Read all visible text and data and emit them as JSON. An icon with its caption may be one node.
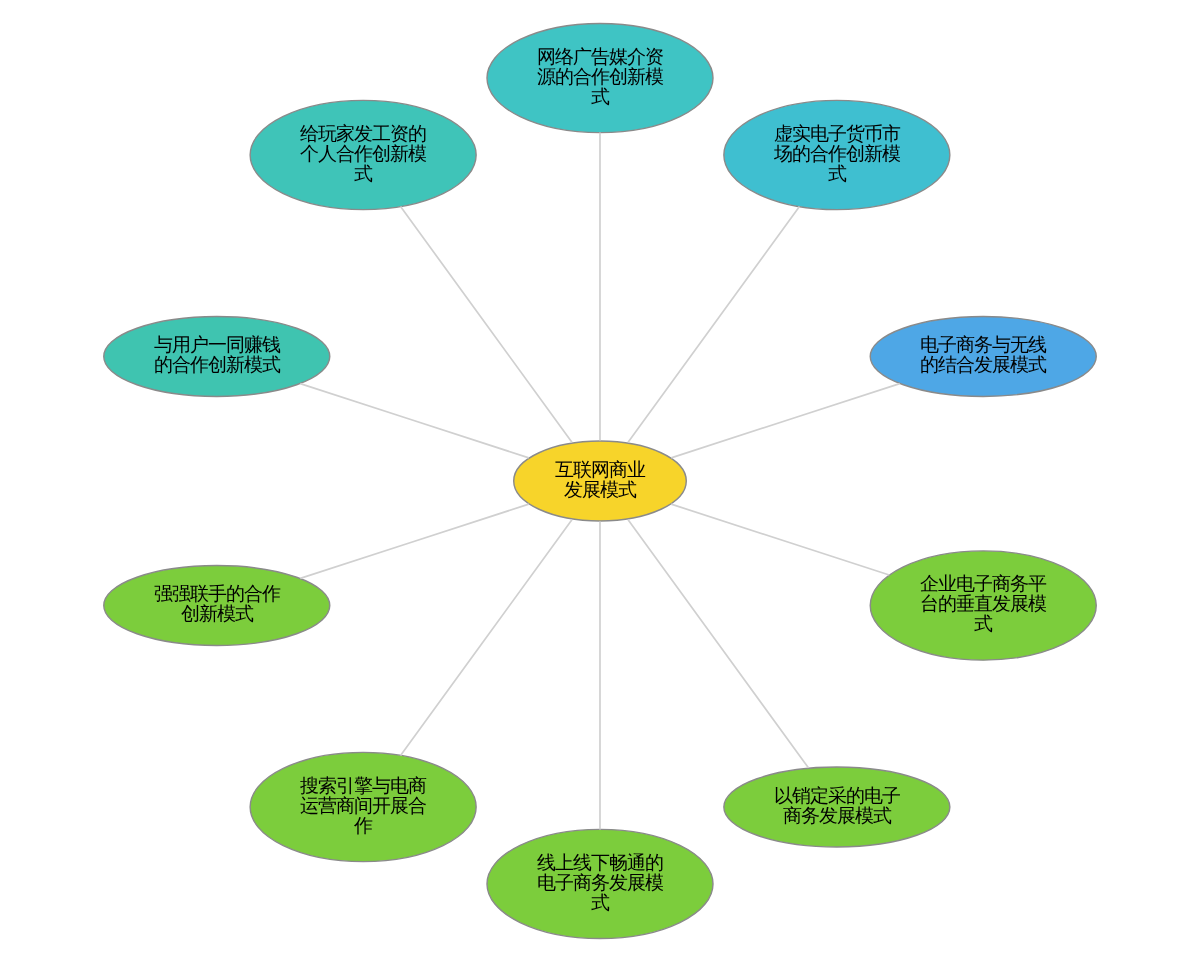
{
  "diagram": {
    "nodes": [
      {
        "text": [
          "互联网商业发展模式"
        ]
      },
      {
        "text": [
          "电子商务与无线的结合发展模式"
        ]
      },
      {
        "text": [
          "虚实电子货币市场的合作创新模式"
        ]
      },
      {
        "text": [
          "网络广告媒介资源的合作创新模式"
        ]
      },
      {
        "text": [
          "给玩家发工资的个人合作创新模式"
        ]
      },
      {
        "text": [
          "与用户一同赚钱的合作创新模式"
        ]
      },
      {
        "text": [
          "强强联手的合作创新模式"
        ]
      },
      {
        "text": [
          "搜索引擎与电商运营商间开展合作"
        ]
      },
      {
        "text": [
          "线上线下畅通的电子商务发展模式"
        ]
      },
      {
        "text": [
          "以销定采的电子商务发展模式"
        ]
      },
      {
        "text": [
          "企业电子商务平台的垂直发展模式"
        ]
      }
    ],
    "edges": [
      {
        "from": 0,
        "to": 1,
        "arrow": "none"
      },
      {
        "from": 0,
        "to": 2,
        "arrow": "none"
      },
      {
        "from": 0,
        "to": 3,
        "arrow": "none"
      },
      {
        "from": 0,
        "to": 4,
        "arrow": "none"
      },
      {
        "from": 0,
        "to": 5,
        "arrow": "none"
      },
      {
        "from": 0,
        "to": 6,
        "arrow": "none"
      },
      {
        "from": 0,
        "to": 7,
        "arrow": "none"
      },
      {
        "from": 0,
        "to": 8,
        "arrow": "none"
      },
      {
        "from": 0,
        "to": 9,
        "arrow": "none"
      },
      {
        "from": 0,
        "to": 10,
        "arrow": "none"
      }
    ]
  }
}
